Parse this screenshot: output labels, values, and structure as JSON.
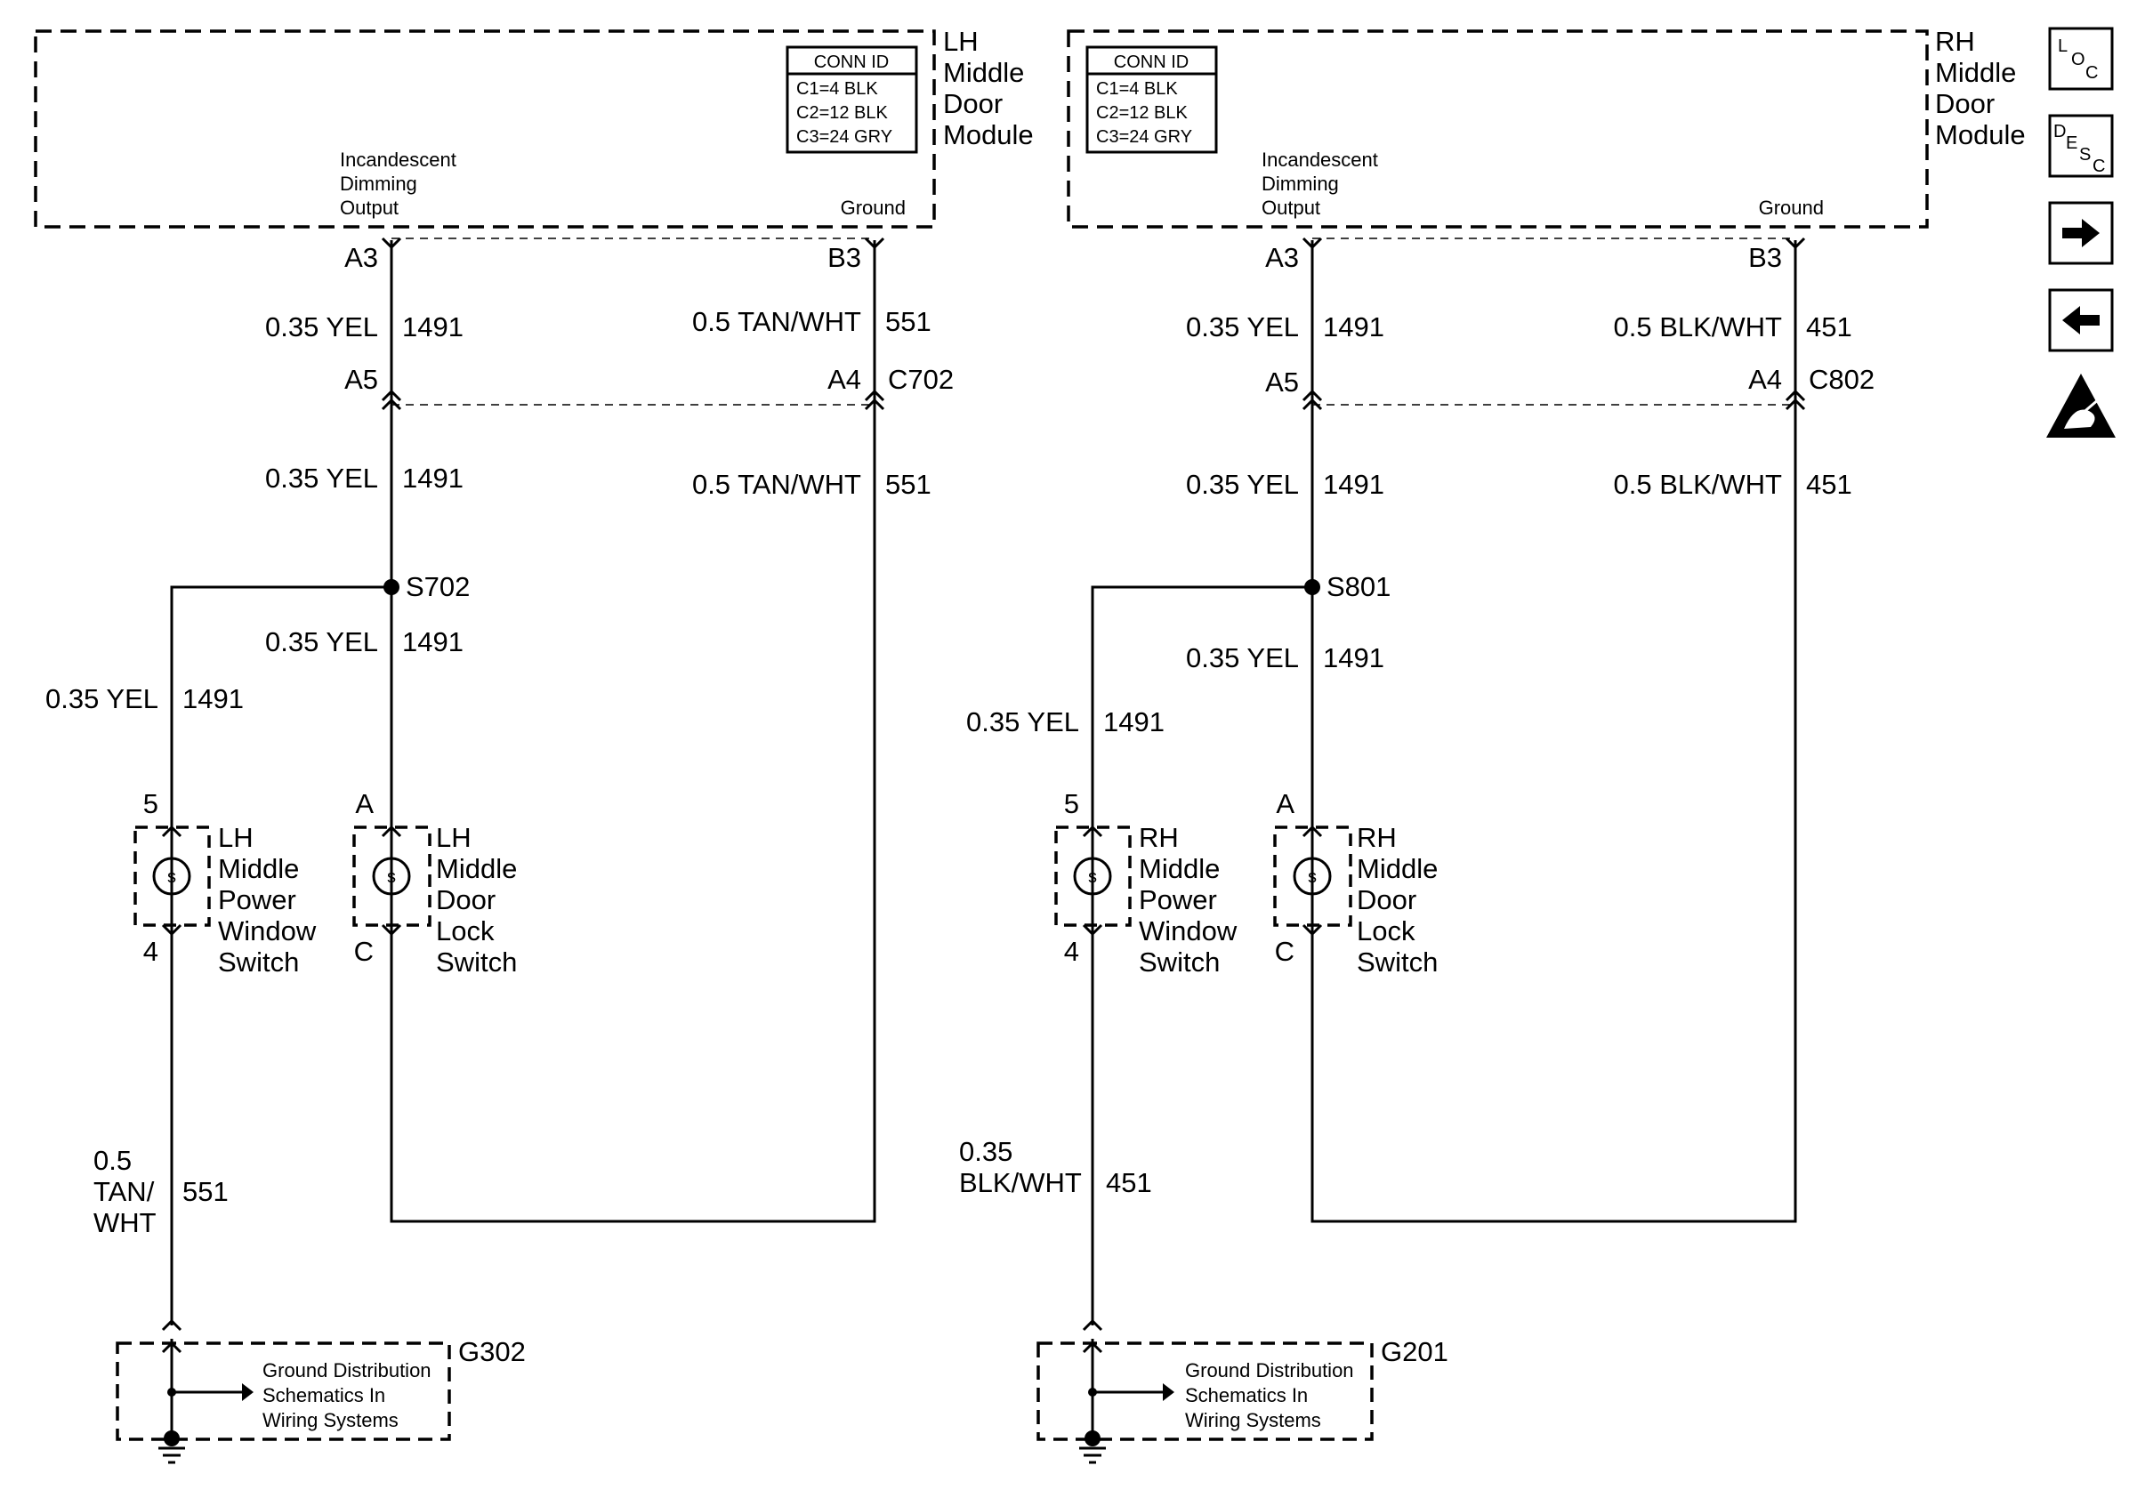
{
  "lh": {
    "module_title": [
      "LH",
      "Middle",
      "Door",
      "Module"
    ],
    "conn_header": "CONN ID",
    "conn_rows": [
      "C1=4 BLK",
      "C2=12 BLK",
      "C3=24 GRY"
    ],
    "output_label": [
      "Incandescent",
      "Dimming",
      "Output"
    ],
    "ground_label": "Ground",
    "pin_a3": "A3",
    "pin_b3": "B3",
    "wire_top_left": {
      "size_color": "0.35 YEL",
      "circuit": "1491"
    },
    "wire_top_right": {
      "size_color": "0.5 TAN/WHT",
      "circuit": "551"
    },
    "pin_a5": "A5",
    "pin_a4": "A4",
    "connector": "C702",
    "wire_mid_left": {
      "size_color": "0.35 YEL",
      "circuit": "1491"
    },
    "wire_mid_right": {
      "size_color": "0.5 TAN/WHT",
      "circuit": "551"
    },
    "splice": "S702",
    "wire_splice_down": {
      "size_color": "0.35 YEL",
      "circuit": "1491"
    },
    "wire_branch": {
      "size_color": "0.35 YEL",
      "circuit": "1491"
    },
    "pw_pin_top": "5",
    "pw_pin_bottom": "4",
    "pw_switch_label": [
      "LH",
      "Middle",
      "Power",
      "Window",
      "Switch"
    ],
    "dl_pin_top": "A",
    "dl_pin_bottom": "C",
    "dl_switch_label": [
      "LH",
      "Middle",
      "Door",
      "Lock",
      "Switch"
    ],
    "wire_ground": {
      "size_color": [
        "0.5",
        "TAN/",
        "WHT"
      ],
      "circuit": "551"
    },
    "ground_id": "G302",
    "ground_text": [
      "Ground Distribution",
      "Schematics In",
      "Wiring Systems"
    ]
  },
  "rh": {
    "module_title": [
      "RH",
      "Middle",
      "Door",
      "Module"
    ],
    "conn_header": "CONN ID",
    "conn_rows": [
      "C1=4 BLK",
      "C2=12 BLK",
      "C3=24 GRY"
    ],
    "output_label": [
      "Incandescent",
      "Dimming",
      "Output"
    ],
    "ground_label": "Ground",
    "pin_a3": "A3",
    "pin_b3": "B3",
    "wire_top_left": {
      "size_color": "0.35 YEL",
      "circuit": "1491"
    },
    "wire_top_right": {
      "size_color": "0.5 BLK/WHT",
      "circuit": "451"
    },
    "pin_a5": "A5",
    "pin_a4": "A4",
    "connector": "C802",
    "wire_mid_left": {
      "size_color": "0.35 YEL",
      "circuit": "1491"
    },
    "wire_mid_right": {
      "size_color": "0.5 BLK/WHT",
      "circuit": "451"
    },
    "splice": "S801",
    "wire_splice_down": {
      "size_color": "0.35 YEL",
      "circuit": "1491"
    },
    "wire_branch": {
      "size_color": "0.35 YEL",
      "circuit": "1491"
    },
    "pw_pin_top": "5",
    "pw_pin_bottom": "4",
    "pw_switch_label": [
      "RH",
      "Middle",
      "Power",
      "Window",
      "Switch"
    ],
    "dl_pin_top": "A",
    "dl_pin_bottom": "C",
    "dl_switch_label": [
      "RH",
      "Middle",
      "Door",
      "Lock",
      "Switch"
    ],
    "wire_ground": {
      "size_color": [
        "0.35",
        "BLK/WHT"
      ],
      "circuit": "451"
    },
    "ground_id": "G201",
    "ground_text": [
      "Ground Distribution",
      "Schematics In",
      "Wiring Systems"
    ]
  },
  "side_buttons": [
    {
      "name": "loc-button",
      "icon": "loc-icon",
      "letters": [
        "L",
        "O",
        "C"
      ]
    },
    {
      "name": "desc-button",
      "icon": "desc-icon",
      "letters": [
        "D",
        "E",
        "S",
        "C"
      ]
    },
    {
      "name": "next-button",
      "icon": "arrow-right-icon"
    },
    {
      "name": "previous-button",
      "icon": "arrow-left-icon"
    },
    {
      "name": "esd-warning",
      "icon": "esd-icon"
    }
  ]
}
